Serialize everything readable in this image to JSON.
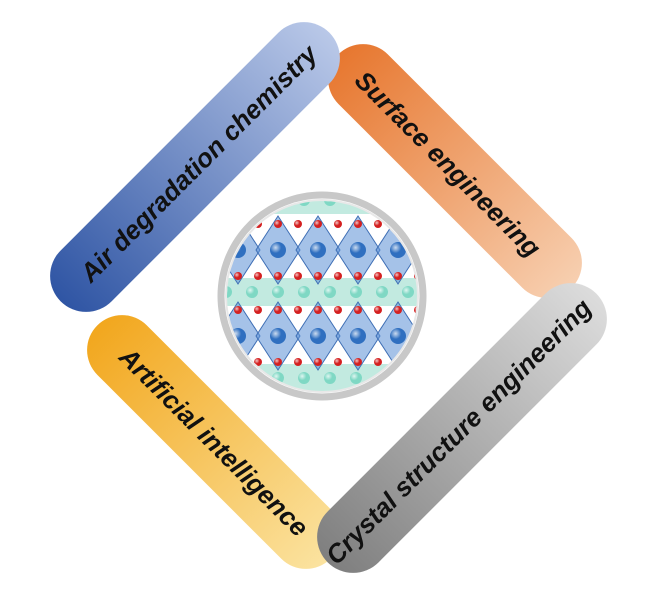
{
  "diagram": {
    "bands": [
      {
        "label": "Air degradation chemistry",
        "color_start": "#2f55a4",
        "color_end": "#b9c8e8"
      },
      {
        "label": "Surface engineering",
        "color_start": "#e7772f",
        "color_end": "#f7cfb0"
      },
      {
        "label": "Crystal structure engineering",
        "color_start": "#7f7f7f",
        "color_end": "#dcdcdc"
      },
      {
        "label": "Artificial intelligence",
        "color_start": "#f2a71e",
        "color_end": "#fbe3a0"
      }
    ],
    "center": {
      "octahedron_color": "#5b8fd6",
      "prism_color": "#8fd9c6",
      "cation_color": "#2f6fc0",
      "alkali_color": "#7fd8c4",
      "oxygen_color": "#d42020",
      "frame_color": "#c8c8c8"
    }
  }
}
